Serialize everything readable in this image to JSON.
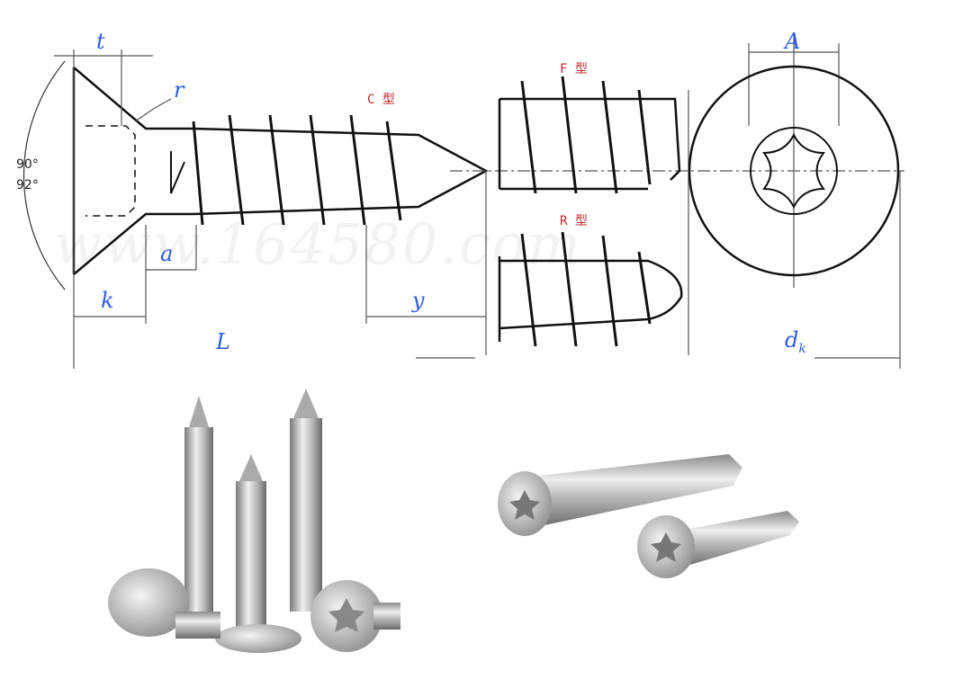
{
  "diagram": {
    "labels": {
      "t": "t",
      "r": "r",
      "a": "a",
      "k": "k",
      "L": "L",
      "y": "y",
      "A": "A",
      "dk_main": "d",
      "dk_sub": "k"
    },
    "angles": {
      "first": "90°",
      "second": "92°"
    },
    "types": {
      "c": "C 型",
      "f": "F 型",
      "r": "R 型"
    },
    "watermark": "www.164580.com"
  },
  "colors": {
    "dimension_text": "#2d5be3",
    "type_text": "#c0282d",
    "line": "#111111"
  }
}
